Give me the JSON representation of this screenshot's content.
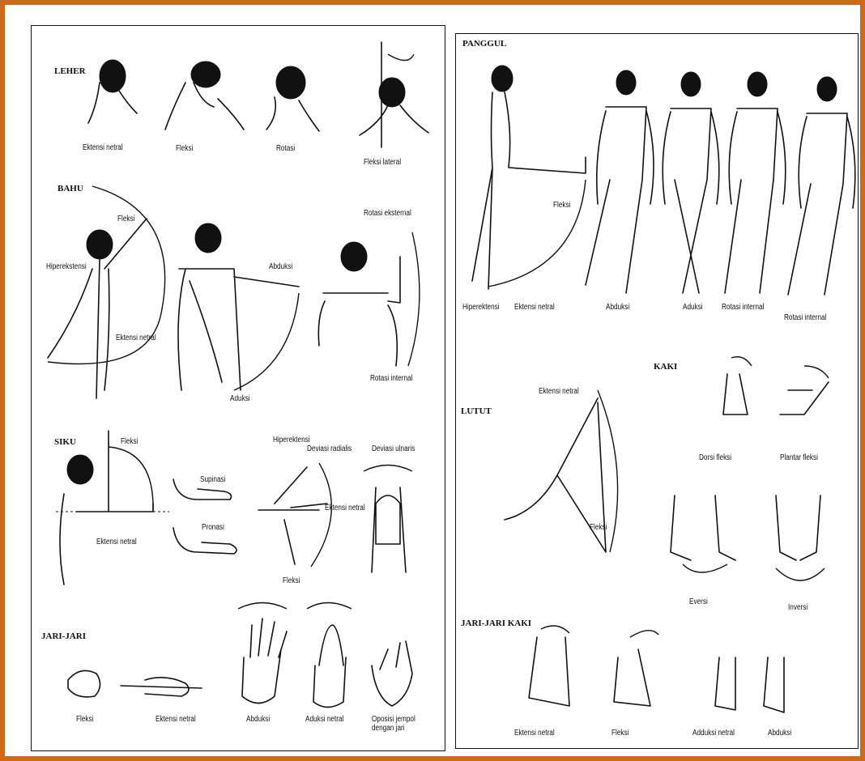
{
  "left_panel": {
    "sections": {
      "neck": {
        "title": "LEHER",
        "labels": [
          "Ektensi netral",
          "Fleksi",
          "Rotasi",
          "Fleksi lateral"
        ]
      },
      "shoulder": {
        "title": "BAHU",
        "labels": [
          "Fleksi",
          "Hiperekstensi",
          "Ektensi netral",
          "Abduksi",
          "Aduksi",
          "Rotasi eksternal",
          "Rotasi internal"
        ]
      },
      "elbow": {
        "title": "SIKU",
        "labels": [
          "Fleksi",
          "Ektensi netral",
          "Supinasi",
          "Pronasi",
          "Hiperektensi",
          "Deviasi radialis",
          "Deviasi ulnaris",
          "Ektensi netral",
          "Fleksi"
        ]
      },
      "fingers": {
        "title": "JARI-JARI",
        "labels": [
          "Fleksi",
          "Ektensi netral",
          "Abduksi",
          "Aduksi netral",
          "Oposisi jempol dengan jari"
        ]
      }
    }
  },
  "right_panel": {
    "sections": {
      "hip": {
        "title": "PANGGUL",
        "labels": [
          "Fleksi",
          "Hiperektensi",
          "Ektensi netral",
          "Abduksi",
          "Aduksi",
          "Rotasi internal",
          "Rotasi internal"
        ]
      },
      "knee": {
        "title": "LUTUT",
        "labels": [
          "Ektensi netral",
          "Fleksi"
        ]
      },
      "foot": {
        "title": "KAKI",
        "labels": [
          "Dorsi fleksi",
          "Plantar fleksi",
          "Eversi",
          "Inversi"
        ]
      },
      "toes": {
        "title": "JARI-JARI KAKI",
        "labels": [
          "Ektensi netral",
          "Fleksi",
          "Adduksi netral",
          "Abduksi"
        ]
      }
    }
  }
}
